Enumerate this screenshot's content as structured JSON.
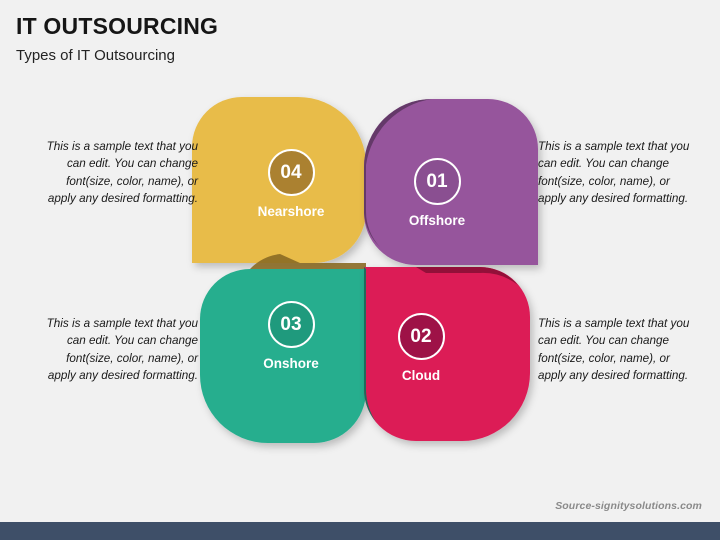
{
  "header": {
    "title": "IT OUTSOURCING",
    "subtitle": "Types of IT Outsourcing"
  },
  "diagram": {
    "type": "four-petal-pinwheel",
    "petals": [
      {
        "number": "01",
        "label": "Offshore",
        "color": "#96559C",
        "circle_color": "#8a4f91",
        "position": "top-right"
      },
      {
        "number": "02",
        "label": "Cloud",
        "color": "#DC1B56",
        "circle_color": "#9e1247",
        "position": "bottom-right"
      },
      {
        "number": "03",
        "label": "Onshore",
        "color": "#26AE8E",
        "circle_color": "#1f9a7d",
        "position": "bottom-left"
      },
      {
        "number": "04",
        "label": "Nearshore",
        "color": "#E8BC4A",
        "circle_color": "#ab8130",
        "position": "top-left"
      }
    ]
  },
  "descriptions": {
    "top_left": "This is a sample text that you can edit. You can change font(size, color, name), or apply any desired formatting.",
    "top_right": "This is a sample text that you can edit. You can change font(size, color, name), or apply any desired formatting.",
    "bottom_left": "This is a sample text that you can edit. You can change font(size, color, name), or apply any desired formatting.",
    "bottom_right": "This is a sample text that you can edit. You can change font(size, color, name), or apply any desired formatting."
  },
  "footer": {
    "source": "Source-signitysolutions.com",
    "bar_color": "#3e4f68"
  },
  "background_color": "#f1f1f1"
}
